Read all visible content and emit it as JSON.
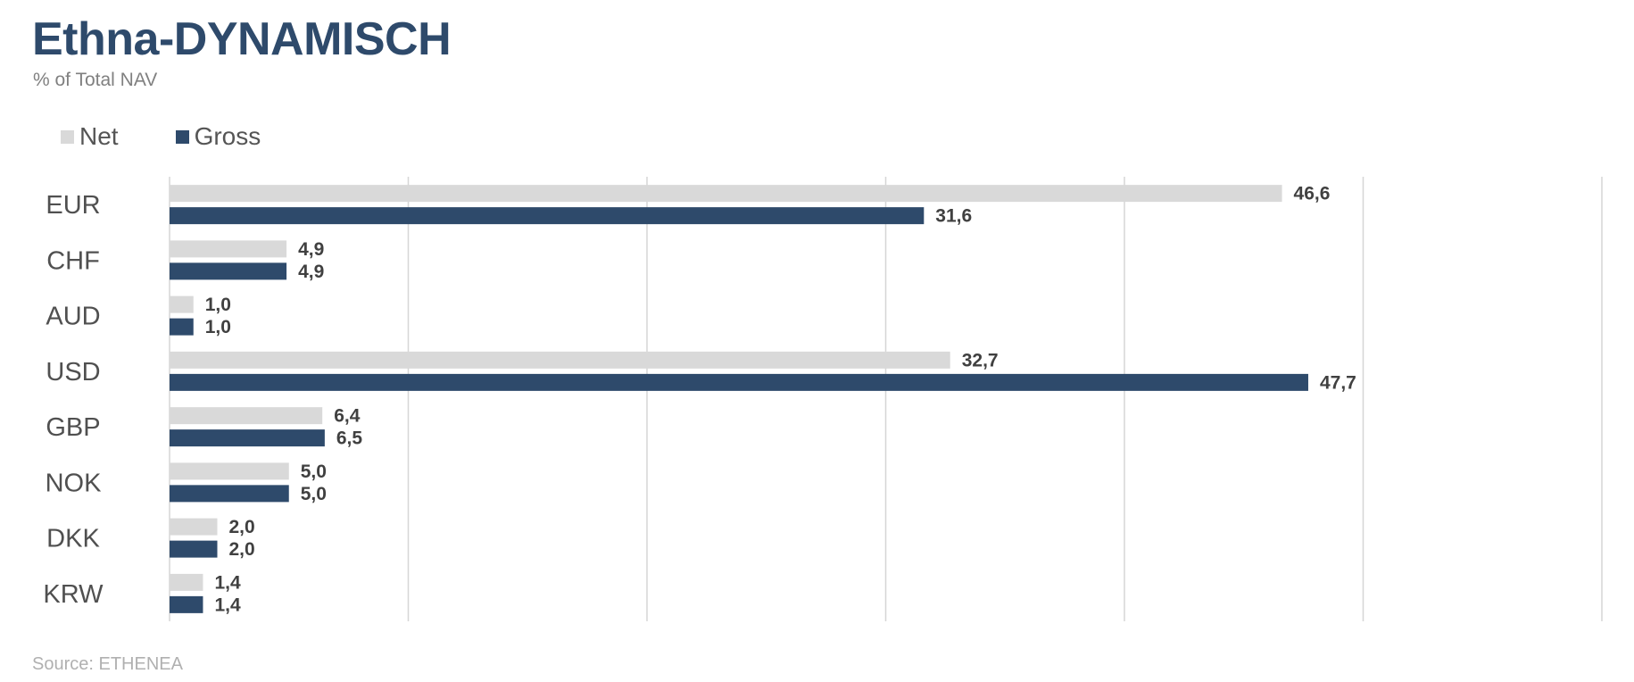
{
  "title": "Ethna-DYNAMISCH",
  "subtitle": "% of Total NAV",
  "source": "Source: ETHENEA",
  "colors": {
    "net": "#d9d9d9",
    "gross": "#2e4a6b",
    "grid": "#d6d6d6",
    "label": "#404040",
    "category": "#505050"
  },
  "chart_data": {
    "type": "bar",
    "orientation": "horizontal",
    "title": "Ethna-DYNAMISCH",
    "subtitle": "% of Total NAV",
    "categories": [
      "EUR",
      "CHF",
      "AUD",
      "USD",
      "GBP",
      "NOK",
      "DKK",
      "KRW"
    ],
    "series": [
      {
        "name": "Net",
        "values": [
          46.6,
          4.9,
          1.0,
          32.7,
          6.4,
          5.0,
          2.0,
          1.4
        ],
        "labels": [
          "46,6",
          "4,9",
          "1,0",
          "32,7",
          "6,4",
          "5,0",
          "2,0",
          "1,4"
        ]
      },
      {
        "name": "Gross",
        "values": [
          31.6,
          4.9,
          1.0,
          47.7,
          6.5,
          5.0,
          2.0,
          1.4
        ],
        "labels": [
          "31,6",
          "4,9",
          "1,0",
          "47,7",
          "6,5",
          "5,0",
          "2,0",
          "1,4"
        ]
      }
    ],
    "xlim": [
      0,
      60
    ],
    "grid_step": 10,
    "grid": true,
    "axis_tick_labels": false,
    "legend": "top-left"
  }
}
